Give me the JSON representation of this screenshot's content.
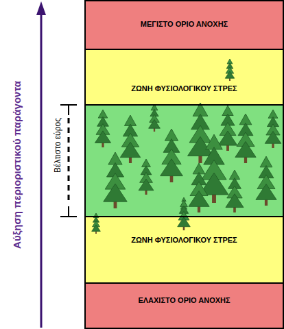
{
  "diagram": {
    "nodes": [
      {
        "text": [
          "ΜΕΓΙΣΤΟ ΟΡΙΟ ΑΝΟΧΗΣ"
        ]
      },
      {
        "text": [
          "ΖΩΝΗ ΦΥΣΙΟΛΟΓΙΚΟΥ ΣΤΡΕΣ"
        ]
      },
      {
        "text": [
          "ΖΩΝΗ ΦΥΣΙΟΛΟΓΙΚΟΥ ΣΤΡΕΣ"
        ]
      },
      {
        "text": [
          "ΕΛΑΧΙΣΤΟ ΟΡΙΟ ΑΝΟΧΗΣ"
        ]
      }
    ],
    "labels": [
      "Αύξηση περιοριστικού παράγοντα",
      "Βέλτιστο εύρος"
    ]
  }
}
